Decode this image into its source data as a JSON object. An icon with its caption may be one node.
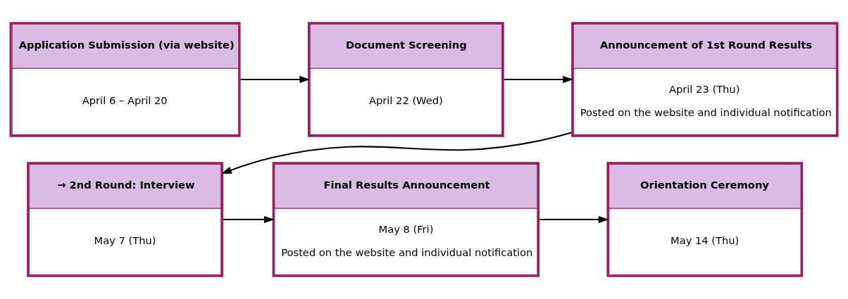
{
  "diagram": {
    "nodes": [
      {
        "text": [
          "Application Submission (via website)",
          "April 6 – April 20"
        ]
      },
      {
        "text": [
          "Document Screening",
          "April 22 (Wed)"
        ]
      },
      {
        "text": [
          "Announcement of 1st Round Results",
          "April 23 (Thu)",
          "Posted on the website and individual notification"
        ]
      },
      {
        "text": [
          "→ 2nd Round: Interview",
          "May 7 (Thu)"
        ]
      },
      {
        "text": [
          "Final Results Announcement",
          "May 8 (Fri)",
          "Posted on the website and individual notification"
        ]
      },
      {
        "text": [
          "Orientation Ceremony",
          "May 14 (Thu)"
        ]
      }
    ],
    "edges": [
      {
        "from": 0,
        "to": 1,
        "arrow": "to"
      },
      {
        "from": 1,
        "to": 2,
        "arrow": "to"
      },
      {
        "from": 2,
        "to": 3,
        "arrow": "to"
      },
      {
        "from": 3,
        "to": 4,
        "arrow": "to"
      },
      {
        "from": 4,
        "to": 5,
        "arrow": "to"
      }
    ]
  }
}
